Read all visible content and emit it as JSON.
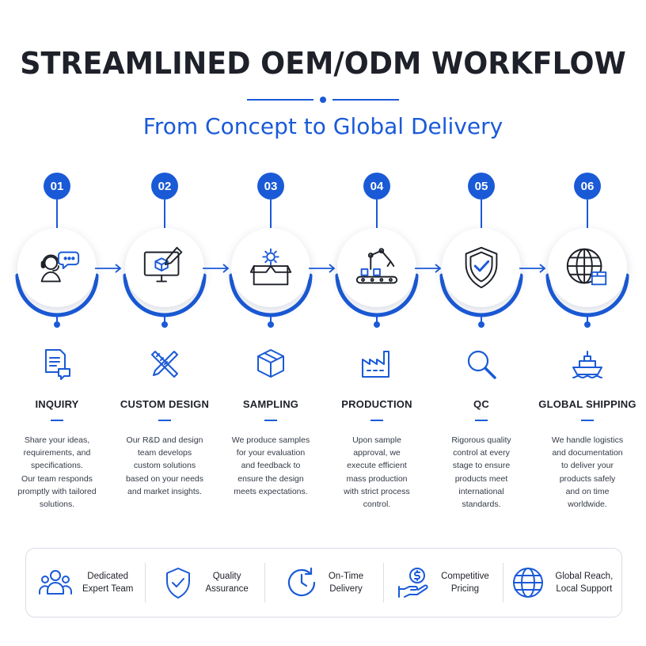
{
  "header": {
    "title": "STREAMLINED OEM/ODM WORKFLOW",
    "subtitle": "From Concept to Global Delivery"
  },
  "colors": {
    "accent": "#1a5ad7",
    "text": "#1e2129"
  },
  "steps": [
    {
      "number": "01",
      "title": "INQUIRY",
      "icon": "headset-chat-icon",
      "small_icon": "document-chat-icon",
      "description": "Share your ideas,\nrequirements, and\nspecifications.\nOur team responds\npromptly with tailored\nsolutions."
    },
    {
      "number": "02",
      "title": "CUSTOM DESIGN",
      "icon": "monitor-design-icon",
      "small_icon": "ruler-pencil-icon",
      "description": "Our R&D and design\nteam develops\ncustom solutions\nbased on your needs\nand market insights."
    },
    {
      "number": "03",
      "title": "SAMPLING",
      "icon": "box-gear-icon",
      "small_icon": "package-icon",
      "description": "We produce samples\nfor your evaluation\nand feedback to\nensure the design\nmeets expectations."
    },
    {
      "number": "04",
      "title": "PRODUCTION",
      "icon": "robot-arm-conveyor-icon",
      "small_icon": "factory-icon",
      "description": "Upon sample\napproval, we\nexecute efficient\nmass production\nwith strict process\ncontrol."
    },
    {
      "number": "05",
      "title": "QC",
      "icon": "shield-check-icon",
      "small_icon": "magnifier-icon",
      "description": "Rigorous quality\ncontrol at every\nstage to ensure\nproducts meet\ninternational\nstandards."
    },
    {
      "number": "06",
      "title": "GLOBAL SHIPPING",
      "icon": "globe-box-icon",
      "small_icon": "ship-icon",
      "description": "We handle logistics\nand documentation\nto deliver your\nproducts safely\nand on time\nworldwide."
    }
  ],
  "features": [
    {
      "label": "Dedicated\nExpert Team",
      "icon": "team-icon"
    },
    {
      "label": "Quality\nAssurance",
      "icon": "shield-check-icon"
    },
    {
      "label": "On-Time\nDelivery",
      "icon": "clock-icon"
    },
    {
      "label": "Competitive\nPricing",
      "icon": "hand-coin-icon"
    },
    {
      "label": "Global Reach,\nLocal Support",
      "icon": "globe-icon"
    }
  ]
}
